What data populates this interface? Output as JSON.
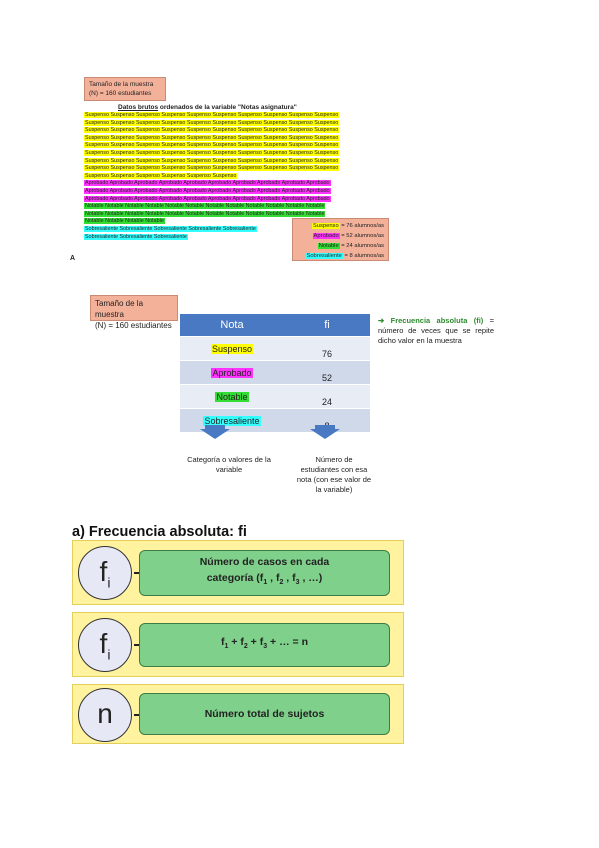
{
  "top": {
    "sample": {
      "line1": "Tamaño de la muestra",
      "line2": "(N) = 160 estudiantes"
    },
    "raw_title_u": "Datos brutos",
    "raw_title_rest": " ordenados de la variable \"Notas asignatura\"",
    "raw_lines": [
      {
        "text": "Suspenso Suspenso Suspenso Suspenso Suspenso Suspenso Suspenso Suspenso Suspenso Suspenso",
        "color": "y"
      },
      {
        "text": "Suspenso Suspenso Suspenso Suspenso Suspenso Suspenso Suspenso Suspenso Suspenso Suspenso",
        "color": "y"
      },
      {
        "text": "Suspenso Suspenso Suspenso Suspenso Suspenso Suspenso Suspenso Suspenso Suspenso Suspenso",
        "color": "y"
      },
      {
        "text": "Suspenso Suspenso Suspenso Suspenso Suspenso Suspenso Suspenso Suspenso Suspenso Suspenso",
        "color": "y"
      },
      {
        "text": "Suspenso Suspenso Suspenso Suspenso Suspenso Suspenso Suspenso Suspenso Suspenso Suspenso",
        "color": "y"
      },
      {
        "text": "Suspenso Suspenso Suspenso Suspenso Suspenso Suspenso Suspenso Suspenso Suspenso Suspenso",
        "color": "y"
      },
      {
        "text": "Suspenso Suspenso Suspenso Suspenso Suspenso Suspenso Suspenso Suspenso Suspenso Suspenso",
        "color": "y"
      },
      {
        "text": "Suspenso Suspenso Suspenso Suspenso Suspenso Suspenso Suspenso Suspenso Suspenso Suspenso",
        "color": "y"
      },
      {
        "text": "Suspenso Suspenso Suspenso Suspenso Suspenso Suspenso",
        "color": "y"
      },
      {
        "text": "Aprobado Aprobado Aprobado Aprobado Aprobado Aprobado Aprobado Aprobado Aprobado Aprobado",
        "color": "m"
      },
      {
        "text": "Aprobado Aprobado Aprobado Aprobado Aprobado Aprobado Aprobado Aprobado Aprobado Aprobado",
        "color": "m"
      },
      {
        "text": "Aprobado Aprobado Aprobado Aprobado Aprobado Aprobado Aprobado Aprobado Aprobado Aprobado",
        "color": "m"
      },
      {
        "text": "Notable Notable Notable Notable Notable Notable Notable Notable Notable Notable Notable Notable",
        "color": "g"
      },
      {
        "text": "Notable Notable Notable Notable Notable Notable Notable Notable Notable Notable Notable Notable",
        "color": "g"
      },
      {
        "text": "Notable Notable Notable Notable",
        "color": "g"
      },
      {
        "text": "Sobresaliente Sobresaliente Sobresaliente Sobresaliente Sobresaliente",
        "color": "c"
      },
      {
        "text": "Sobresaliente Sobresaliente Sobresaliente",
        "color": "c"
      }
    ],
    "legend": [
      {
        "label": "Suspenso",
        "rest": " = 76 alumnos/as",
        "color": "y"
      },
      {
        "label": "Aprobado",
        "rest": " = 52 alumnos/as",
        "color": "m"
      },
      {
        "label": "Notable",
        "rest": " = 24 alumnos/as",
        "color": "g"
      },
      {
        "label": "Sobresaliente",
        "rest": " = 8 alumnos/as",
        "color": "c"
      }
    ],
    "ref": "A"
  },
  "middle": {
    "sample": {
      "line1": "Tamaño de la muestra",
      "line2": "(N) = 160 estudiantes"
    },
    "table": {
      "headers": [
        "Nota",
        "fi"
      ],
      "rows": [
        {
          "nota": "Suspenso",
          "fi": "76",
          "color": "y"
        },
        {
          "nota": "Aprobado",
          "fi": "52",
          "color": "m"
        },
        {
          "nota": "Notable",
          "fi": "24",
          "color": "g"
        },
        {
          "nota": "Sobresaliente",
          "fi": "8",
          "color": "c"
        }
      ]
    },
    "note_head": "➔ Frecuencia absoluta (fi)",
    "note_body": " = número de veces que se repite dicho valor en la muestra",
    "caption_left": "Categoría o valores de la variable",
    "caption_right": "Número de estudiantes con esa nota (con ese valor de la variable)"
  },
  "bottom": {
    "title": "a) Frecuencia absoluta: fi",
    "panels": [
      {
        "symbol": "f",
        "sub": "i",
        "text_html_parts": [
          "Número de casos en cada",
          "categoría (f",
          "1",
          " , f",
          "2",
          " , f",
          "3",
          " , …)"
        ]
      },
      {
        "symbol": "f",
        "sub": "i",
        "text_html_parts": [
          "f",
          "1",
          " + f",
          "2",
          " + f",
          "3",
          " + … = n"
        ]
      },
      {
        "symbol": "n",
        "sub": "",
        "text": "Número total de sujetos"
      }
    ]
  },
  "colors": {
    "y": "#ffff00",
    "m": "#ff33ff",
    "g": "#33dd33",
    "c": "#33ffff",
    "header": "#4a79c4",
    "panel": "#fff3a0",
    "box": "#7fd08a"
  }
}
